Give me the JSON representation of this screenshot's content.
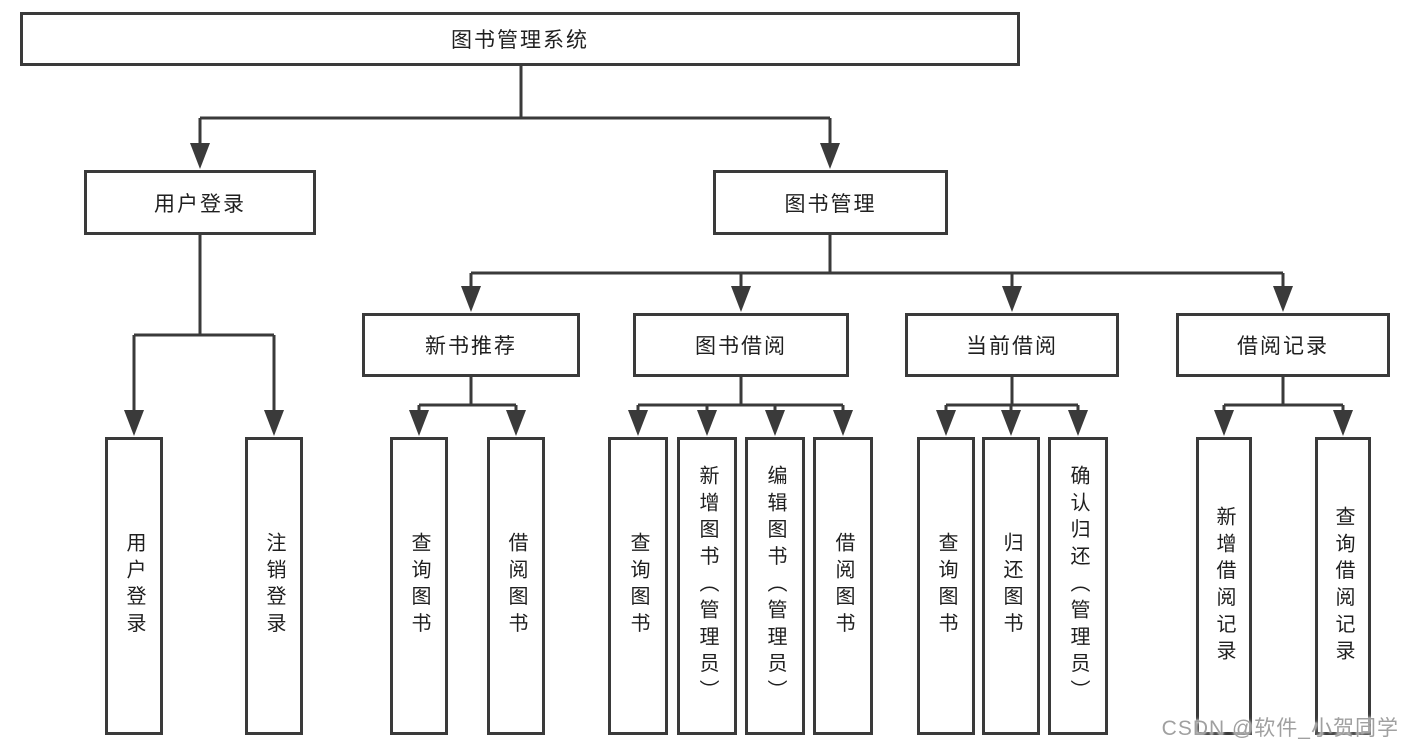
{
  "tree": {
    "label": "图书管理系统",
    "children": [
      {
        "label": "用户登录",
        "children": [
          {
            "label": "用户登录"
          },
          {
            "label": "注销登录"
          }
        ]
      },
      {
        "label": "图书管理",
        "children": [
          {
            "label": "新书推荐",
            "children": [
              {
                "label": "查询图书"
              },
              {
                "label": "借阅图书"
              }
            ]
          },
          {
            "label": "图书借阅",
            "children": [
              {
                "label": "查询图书"
              },
              {
                "label": "新增图书（管理员）"
              },
              {
                "label": "编辑图书（管理员）"
              },
              {
                "label": "借阅图书"
              }
            ]
          },
          {
            "label": "当前借阅",
            "children": [
              {
                "label": "查询图书"
              },
              {
                "label": "归还图书"
              },
              {
                "label": "确认归还（管理员）"
              }
            ]
          },
          {
            "label": "借阅记录",
            "children": [
              {
                "label": "新增借阅记录"
              },
              {
                "label": "查询借阅记录"
              }
            ]
          }
        ]
      }
    ]
  },
  "watermark": {
    "text": "CSDN @软件_小贺同学"
  },
  "colors": {
    "line": "#3a3a3a",
    "box_border": "#3a3a3a",
    "box_background": "#ffffff",
    "text": "#1f1f1f",
    "watermark_text": "#a0a0a0"
  }
}
